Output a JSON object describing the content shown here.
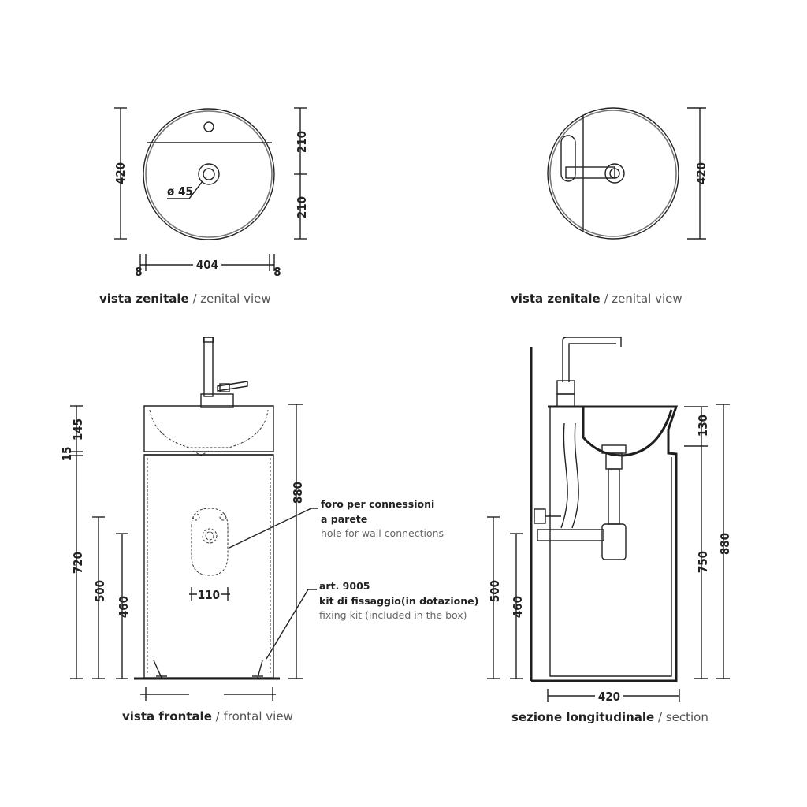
{
  "views": {
    "top_left": {
      "caption_it": "vista zenitale",
      "caption_sep": " / ",
      "caption_en": "zenital view"
    },
    "top_right": {
      "caption_it": "vista zenitale",
      "caption_sep": " / ",
      "caption_en": "zenital view"
    },
    "bottom_left": {
      "caption_it": "vista frontale",
      "caption_sep": " / ",
      "caption_en": "frontal view"
    },
    "bottom_right": {
      "caption_it": "sezione longitudinale",
      "caption_sep": " / ",
      "caption_en": "section"
    }
  },
  "dimensions": {
    "top_left": {
      "height": "420",
      "width": "404",
      "left_gap": "8",
      "right_gap": "8",
      "upper": "210",
      "lower": "210",
      "drain": "ø 45"
    },
    "top_right": {
      "height": "420"
    },
    "bottom_left": {
      "basin_top": "145",
      "basin_rim": "15",
      "hole_height": "720",
      "kit_500": "500",
      "kit_460": "460",
      "total": "880",
      "hole_width": "110"
    },
    "bottom_right": {
      "basin": "130",
      "body": "750",
      "total": "880",
      "kit_500": "500",
      "kit_460": "460",
      "depth": "420"
    }
  },
  "notes": {
    "wall_hole": {
      "line1": "foro per connessioni",
      "line2": "a parete",
      "en": "hole for wall connections"
    },
    "fixing_kit": {
      "code": "art. 9005",
      "it": "kit di fissaggio(in dotazione)",
      "en": "fixing kit (included in the box)"
    }
  }
}
